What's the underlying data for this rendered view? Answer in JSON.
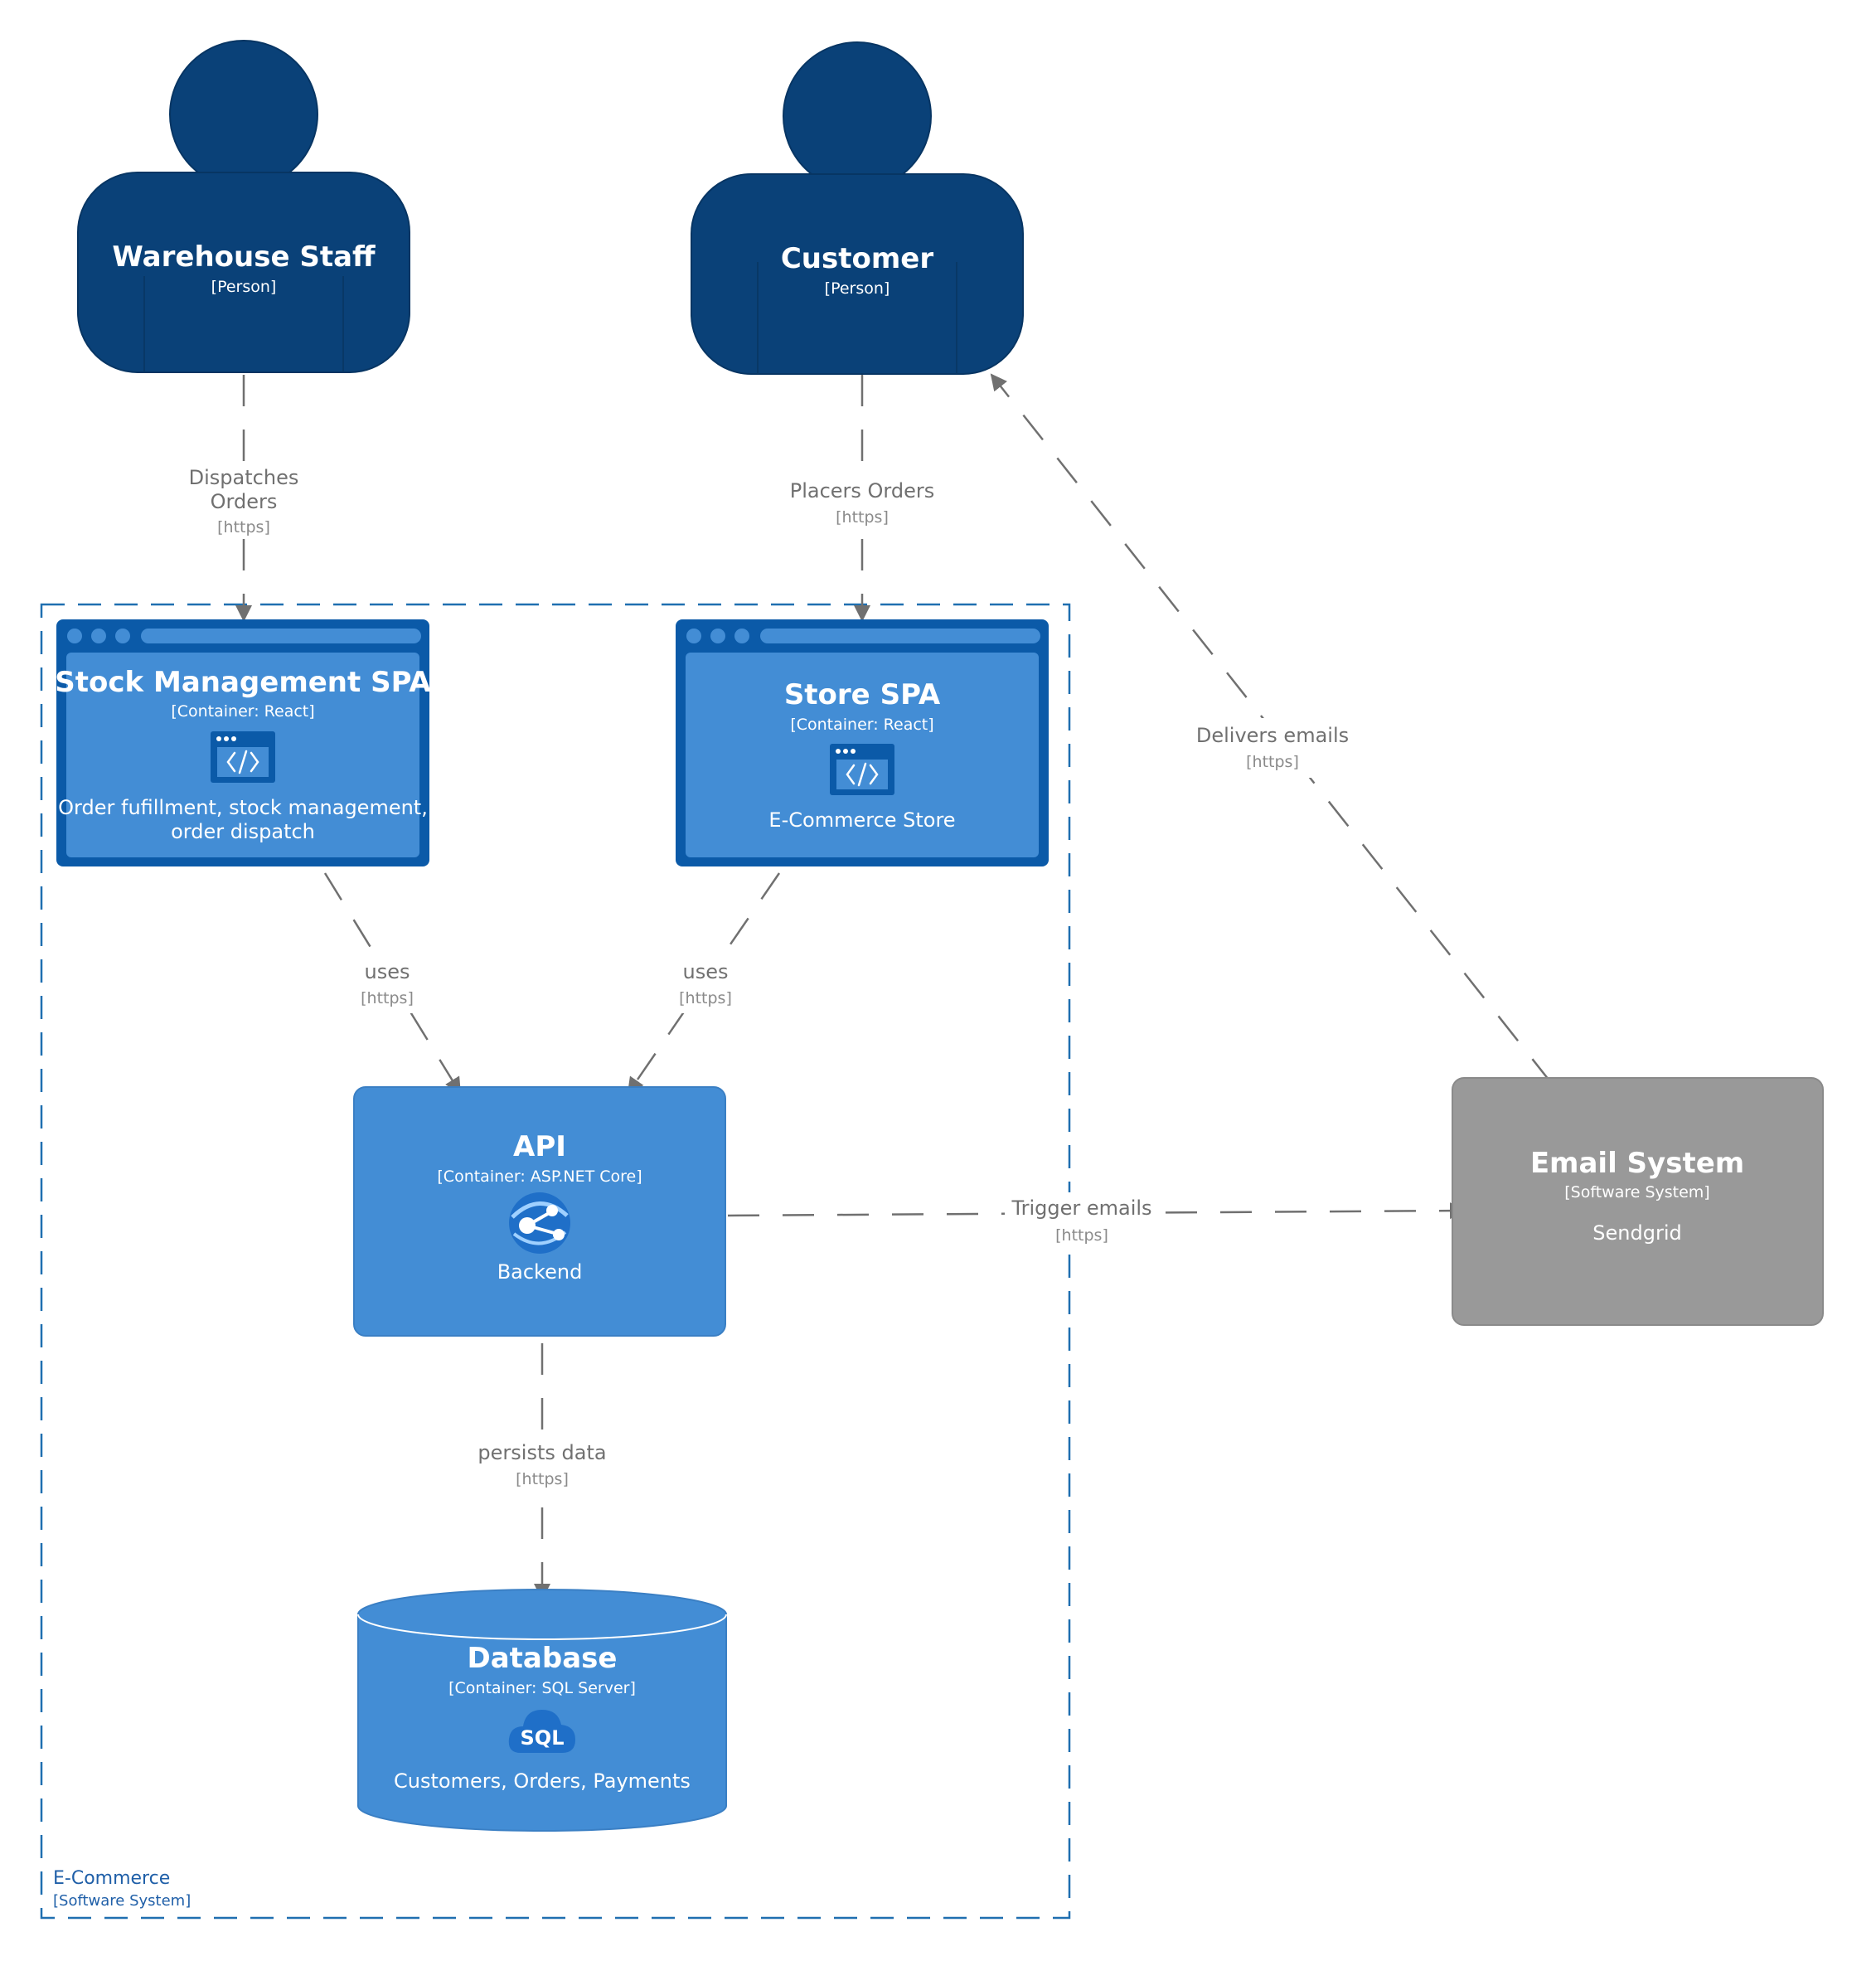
{
  "boundary": {
    "name": "E-Commerce",
    "type": "[Software System]"
  },
  "people": {
    "warehouse": {
      "name": "Warehouse Staff",
      "type": "[Person]"
    },
    "customer": {
      "name": "Customer",
      "type": "[Person]"
    }
  },
  "containers": {
    "stock": {
      "name": "Stock Management SPA",
      "type": "[Container: React]",
      "desc1": "Order fufillment, stock management,",
      "desc2": "order dispatch",
      "icon": "web-app-code-icon"
    },
    "store": {
      "name": "Store SPA",
      "type": "[Container: React]",
      "desc": "E-Commerce Store",
      "icon": "web-app-code-icon"
    },
    "api": {
      "name": "API",
      "type": "[Container: ASP.NET Core]",
      "desc": "Backend",
      "icon": "azure-app-service-icon"
    },
    "database": {
      "name": "Database",
      "type": "[Container: SQL Server]",
      "desc": "Customers, Orders, Payments",
      "icon": "sql-database-icon",
      "icon_text": "SQL"
    }
  },
  "external": {
    "email": {
      "name": "Email System",
      "type": "[Software System]",
      "desc": "Sendgrid"
    }
  },
  "relationships": {
    "dispatches": {
      "line1": "Dispatches",
      "line2": "Orders",
      "tech": "[https]"
    },
    "places": {
      "label": "Placers Orders",
      "tech": "[https]"
    },
    "delivers": {
      "label": "Delivers emails",
      "tech": "[https]"
    },
    "uses_stock": {
      "label": "uses",
      "tech": "[https]"
    },
    "uses_store": {
      "label": "uses",
      "tech": "[https]"
    },
    "trigger": {
      "label": "Trigger emails",
      "tech": "[https]"
    },
    "persists": {
      "label": "persists data",
      "tech": "[https]"
    }
  },
  "colors": {
    "person": "#0a4178",
    "container": "#438dd5",
    "spa_frame": "#0b5aa8",
    "external": "#999999",
    "edge": "#707070",
    "boundary": "#1f6fb0"
  }
}
